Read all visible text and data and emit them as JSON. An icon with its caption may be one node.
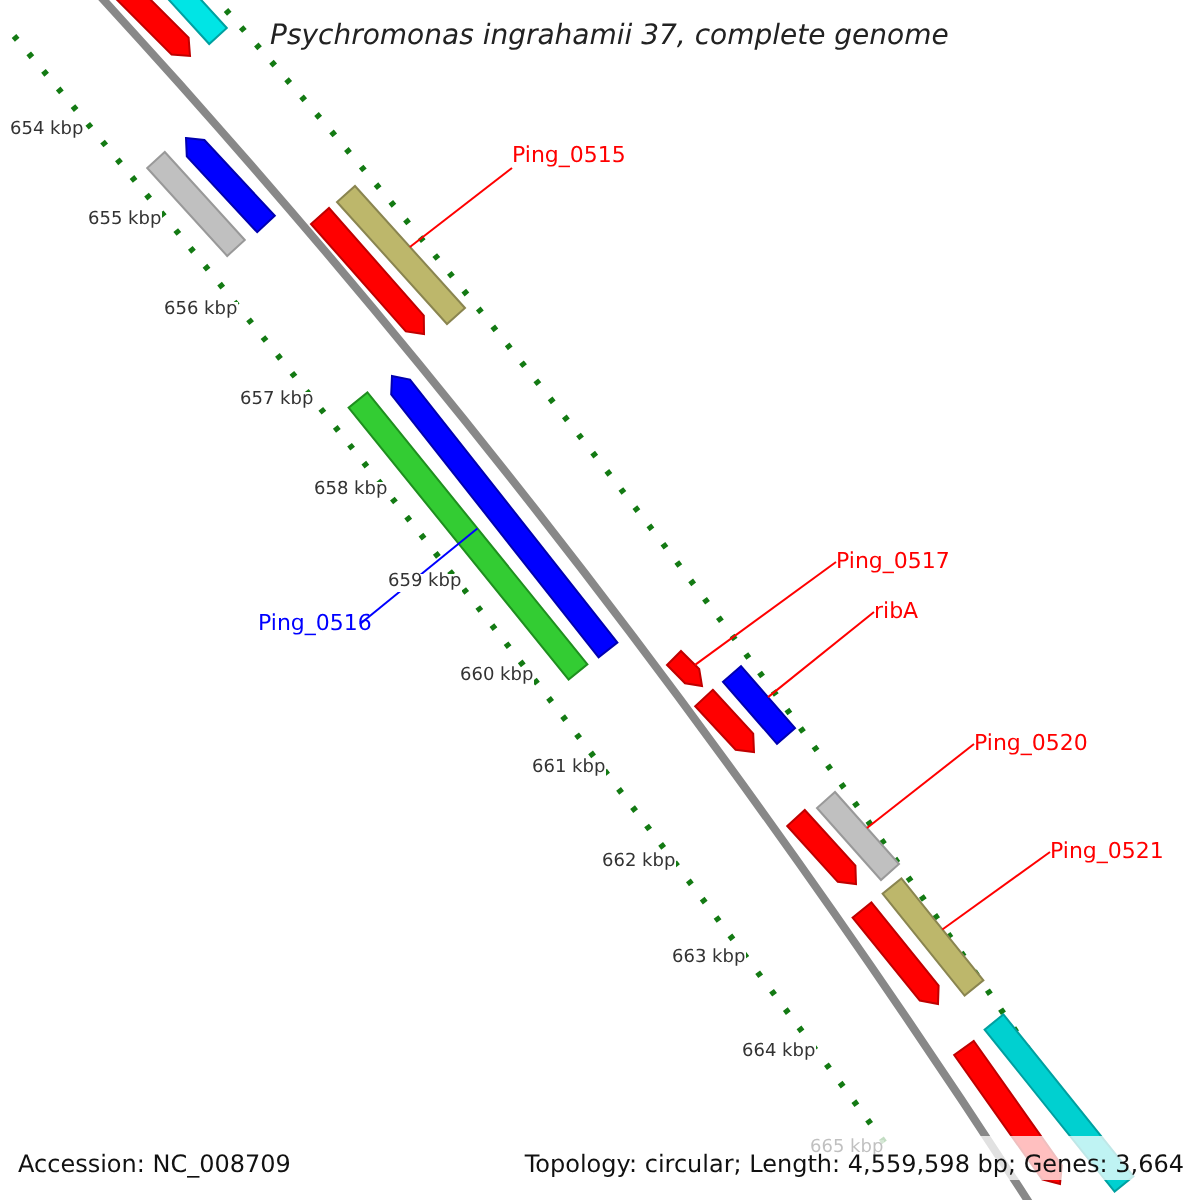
{
  "diagram": {
    "title": "Psychromonas ingrahamii 37, complete genome",
    "nodes": [
      {
        "text": [
          "Ping_0515"
        ]
      },
      {
        "text": [],
        "shape": "bar"
      },
      {
        "text": [
          "Ping_0516"
        ]
      },
      {
        "text": [],
        "shape": "bar"
      },
      {
        "text": [
          "Ping_0517"
        ]
      },
      {
        "text": [],
        "shape": "bar"
      },
      {
        "text": [
          "ribA"
        ]
      },
      {
        "text": [],
        "shape": "bar"
      },
      {
        "text": [
          "Ping_0520"
        ]
      },
      {
        "text": [],
        "shape": "bar"
      },
      {
        "text": [
          "Ping_0521"
        ]
      },
      {
        "text": [],
        "shape": "bar"
      },
      {
        "text": [],
        "shape": "bar"
      },
      {
        "text": [],
        "shape": "bar"
      },
      {
        "text": [],
        "shape": "bar"
      },
      {
        "text": [],
        "shape": "bar"
      },
      {
        "text": [],
        "shape": "bar"
      },
      {
        "text": [],
        "shape": "bar"
      },
      {
        "text": [],
        "shape": "bar"
      },
      {
        "text": [],
        "shape": "bar"
      },
      {
        "text": [],
        "shape": "bar"
      },
      {
        "text": [],
        "shape": "bar"
      },
      {
        "text": [],
        "shape": "bar"
      }
    ],
    "edges": [
      {
        "from": 0,
        "to": 1,
        "arrow": "none"
      },
      {
        "from": 2,
        "to": 3,
        "arrow": "none",
        "color": "#0000ff"
      },
      {
        "from": 4,
        "to": 5,
        "arrow": "none"
      },
      {
        "from": 6,
        "to": 7,
        "arrow": "none"
      },
      {
        "from": 8,
        "to": 9,
        "arrow": "none"
      },
      {
        "from": 10,
        "to": 11,
        "arrow": "none"
      }
    ],
    "labels": [
      "654 kbp",
      "655 kbp",
      "656 kbp",
      "657 kbp",
      "658 kbp",
      "659 kbp",
      "660 kbp",
      "661 kbp",
      "662 kbp",
      "663 kbp",
      "664 kbp",
      "665 kbp",
      "Accession: NC_008709",
      "Topology: circular; Length: 4,559,598 bp; Genes: 3,664"
    ]
  }
}
